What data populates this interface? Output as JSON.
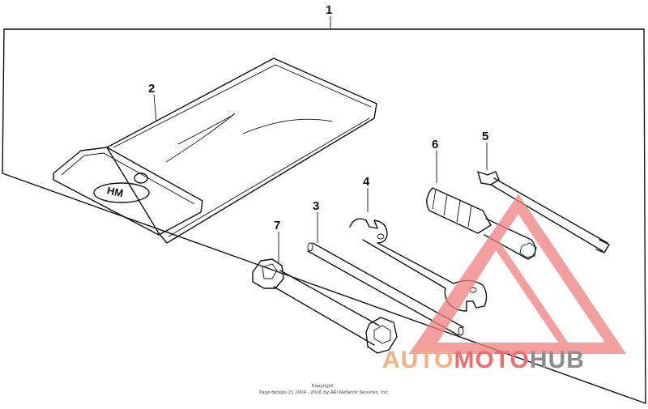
{
  "callouts": {
    "c1": "1",
    "c2": "2",
    "c3": "3",
    "c4": "4",
    "c5": "5",
    "c6": "6",
    "c7": "7"
  },
  "pouch": {
    "logo": "HM"
  },
  "copyright": {
    "line1": "Copyright",
    "line2": "Page design (c) 2004 - 2016 by ARI Network Services, Inc."
  },
  "watermark": {
    "part1": "AUTO",
    "part2": "MOTO",
    "part3": "HUB",
    "colors": {
      "auto": "#f4b183",
      "moto": "#ee6e6e",
      "hub": "#8c8c8c",
      "triangle": "#f08080"
    }
  }
}
